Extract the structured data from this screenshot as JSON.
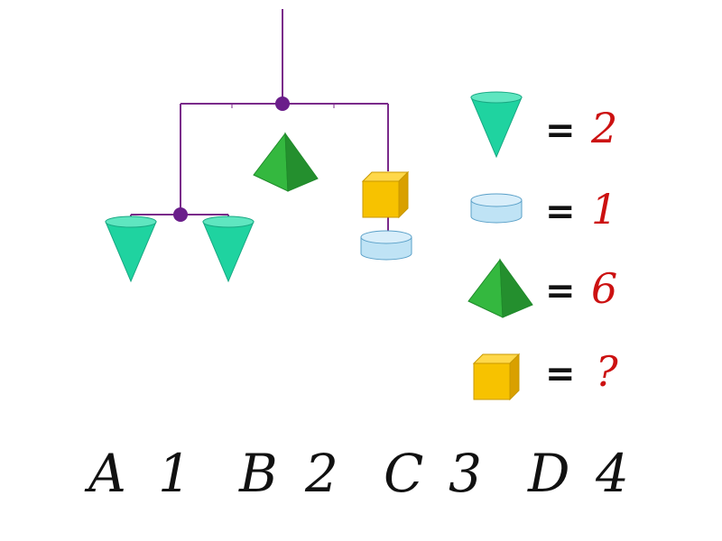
{
  "colors": {
    "rod": "#7a2a8a",
    "pivot": "#6a1e8a",
    "cone": "#1fd3a0",
    "cylinder": "#bfe3f5",
    "pyramid": "#2eae3a",
    "cube": "#f7c200",
    "value_text": "#cc1111"
  },
  "legend": [
    {
      "shape": "cone-icon",
      "sign": "=",
      "value": "2"
    },
    {
      "shape": "cylinder-icon",
      "sign": "=",
      "value": "1"
    },
    {
      "shape": "pyramid-icon",
      "sign": "=",
      "value": "6"
    },
    {
      "shape": "cube-icon",
      "sign": "=",
      "value": "?"
    }
  ],
  "options": [
    {
      "letter": "A",
      "number": "1"
    },
    {
      "letter": "B",
      "number": "2"
    },
    {
      "letter": "C",
      "number": "3"
    },
    {
      "letter": "D",
      "number": "4"
    }
  ]
}
